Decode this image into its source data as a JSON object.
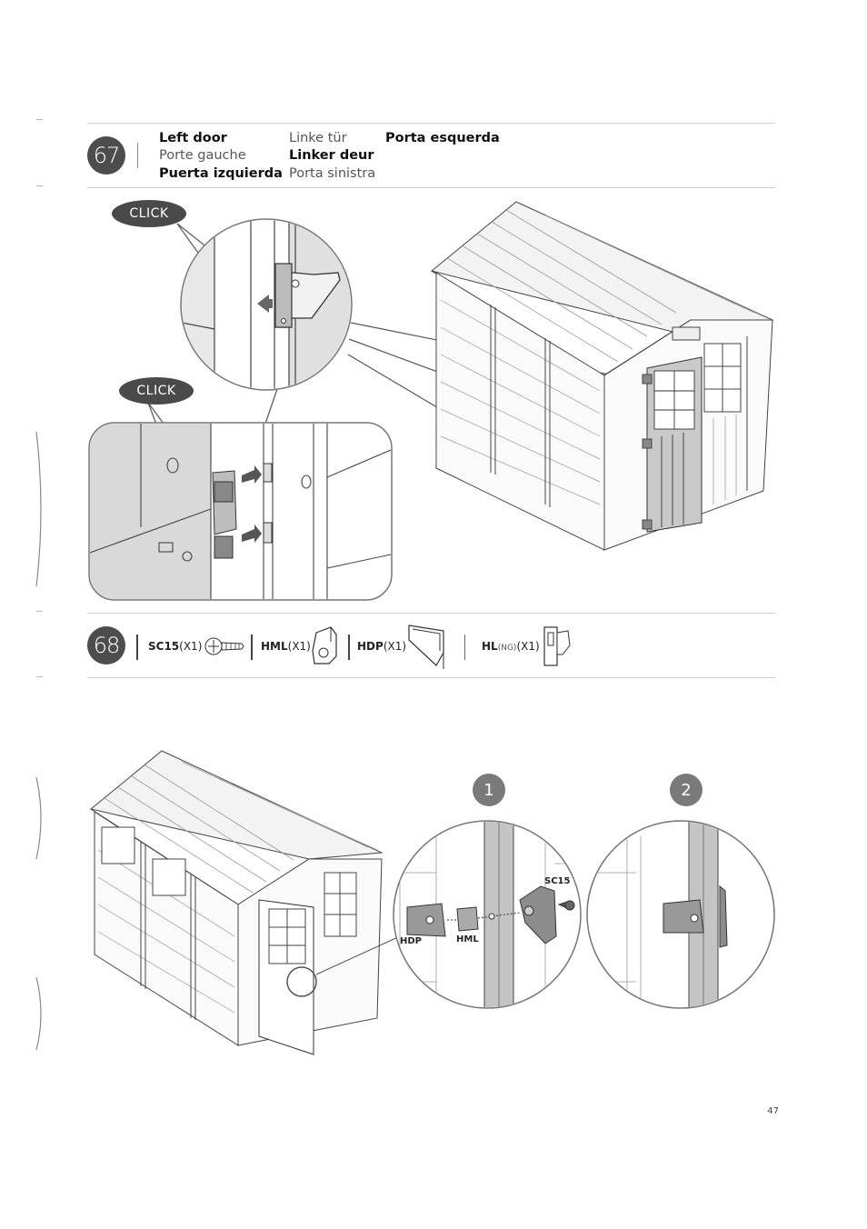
{
  "step67": {
    "number": "67",
    "lines": {
      "c1r1": "Left door",
      "c1r2": "Porte gauche",
      "c1r3": "Puerta izquierda",
      "c2r1": "Linke tür",
      "c2r2": "Linker deur",
      "c2r3": "Porta sinistra",
      "c3r1": "Porta esquerda"
    },
    "click_top": "CLICK",
    "click_mid": "CLICK"
  },
  "step68": {
    "number": "68",
    "parts": [
      {
        "code": "SC15",
        "qty": "(X1)",
        "icon": "screw-icon"
      },
      {
        "code": "HML",
        "qty": "(X1)",
        "icon": "hml-bracket-icon"
      },
      {
        "code": "HDP",
        "qty": "(X1)",
        "icon": "hdp-plate-icon"
      },
      {
        "code": "HL",
        "sub": "(NG)",
        "qty": "(X1)",
        "icon": "hl-latch-icon"
      }
    ],
    "sub_steps": [
      "1",
      "2"
    ],
    "callouts": {
      "sc15": "SC15",
      "hdp": "HDP",
      "hml": "HML"
    }
  },
  "page_number": "47"
}
